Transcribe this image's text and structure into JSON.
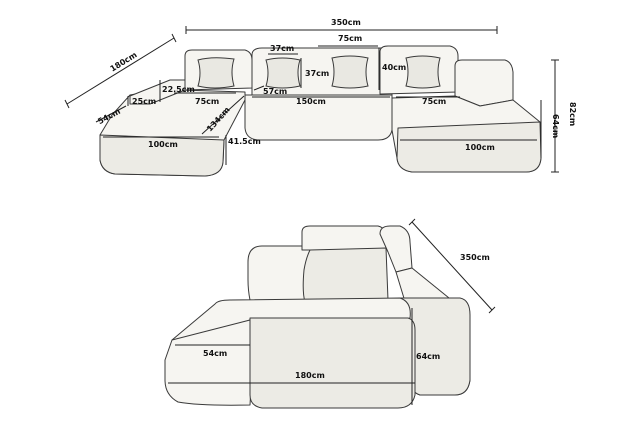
{
  "top_view": {
    "overall_width": "350cm",
    "left_depth_diag": "180cm",
    "armrest_width": "54cm",
    "armrest_height": "25cm",
    "back_height": "22.5cm",
    "left_seat_width": "75cm",
    "diag_seat": "134cm",
    "pillow_width": "37cm",
    "pillow_height": "37cm",
    "back_cushion_width": "75cm",
    "back_cushion_height": "40cm",
    "center_gap": "57cm",
    "center_width": "150cm",
    "right_seat_width": "75cm",
    "left_module_width": "100cm",
    "seat_height": "41.5cm",
    "right_module_width": "100cm",
    "total_height": "82cm",
    "right_depth": "64cm"
  },
  "side_view": {
    "diag_length": "350cm",
    "chaise_width": "54cm",
    "height": "64cm",
    "length": "180cm"
  }
}
